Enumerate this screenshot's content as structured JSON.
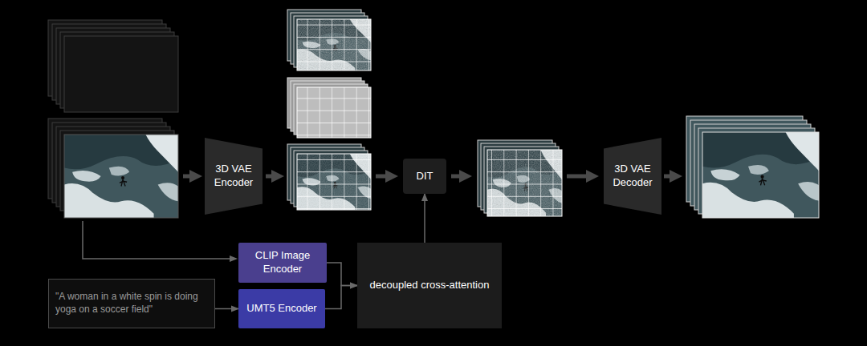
{
  "diagram": {
    "nodes": [
      {
        "text": [
          "3D VAE Encoder"
        ]
      },
      {
        "text": [
          "DIT"
        ]
      },
      {
        "text": [
          "3D VAE Decoder"
        ]
      },
      {
        "text": [
          "CLIP Image Encoder"
        ]
      },
      {
        "text": [
          "UMT5 Encoder"
        ]
      },
      {
        "text": [
          "decoupled cross-attention"
        ]
      },
      {
        "text": [
          "\"A woman in a white spin is doing yoga on a soccer field\""
        ]
      }
    ],
    "edges": [
      {
        "from": 3,
        "to": 5,
        "arrow": "to"
      },
      {
        "from": 4,
        "to": 5,
        "arrow": "to"
      },
      {
        "from": 5,
        "to": 1,
        "arrow": "to"
      },
      {
        "from": 6,
        "to": 4,
        "arrow": "to"
      }
    ]
  }
}
